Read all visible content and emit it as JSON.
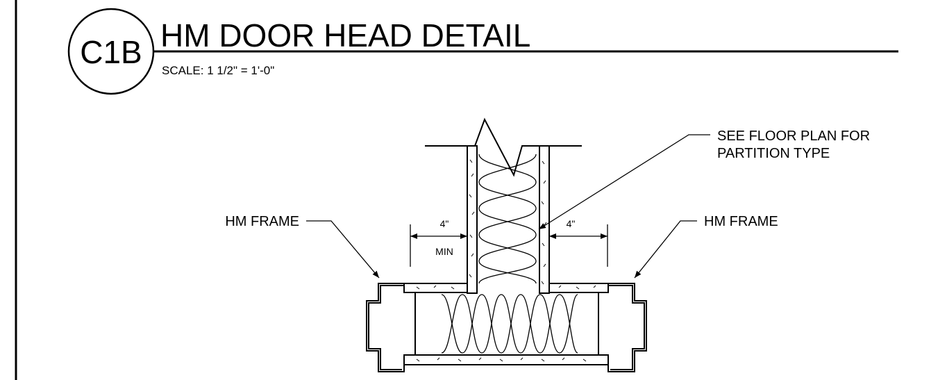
{
  "detail": {
    "tag": "C1B",
    "title": "HM DOOR HEAD DETAIL",
    "scale": "SCALE:  1 1/2\" = 1'-0\""
  },
  "labels": {
    "partition_note_line1": "SEE FLOOR PLAN FOR",
    "partition_note_line2": "PARTITION TYPE",
    "hm_frame_left": "HM FRAME",
    "hm_frame_right": "HM FRAME"
  },
  "dimensions": {
    "left_value": "4\"",
    "left_qualifier": "MIN",
    "right_value": "4\""
  }
}
